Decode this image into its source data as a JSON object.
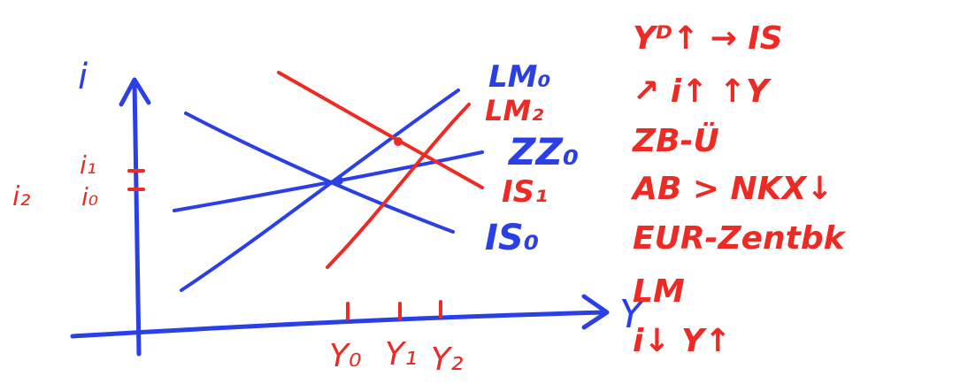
{
  "colors": {
    "blue": "#2a3fe6",
    "red": "#ee2a24"
  },
  "axes": {
    "y_axis_label": "i",
    "x_axis_label": "Y",
    "y_ticks": {
      "i1": "i₁",
      "i0": "i₀",
      "i2": "i₂"
    },
    "x_ticks": {
      "y0": "Y₀",
      "y1": "Y₁",
      "y2": "Y₂"
    }
  },
  "curves": {
    "lm0": "LM₀",
    "lm2": "LM₂",
    "zz0": "ZZ₀",
    "is1": "IS₁",
    "is0": "IS₀"
  },
  "notes": [
    "Yᴰ↑ → IS",
    "↗ i↑ ↑Y",
    "ZB-Ü",
    "AB > NKX↓",
    "EUR-Zentbk",
    "LM",
    "i↓ Y↑"
  ]
}
